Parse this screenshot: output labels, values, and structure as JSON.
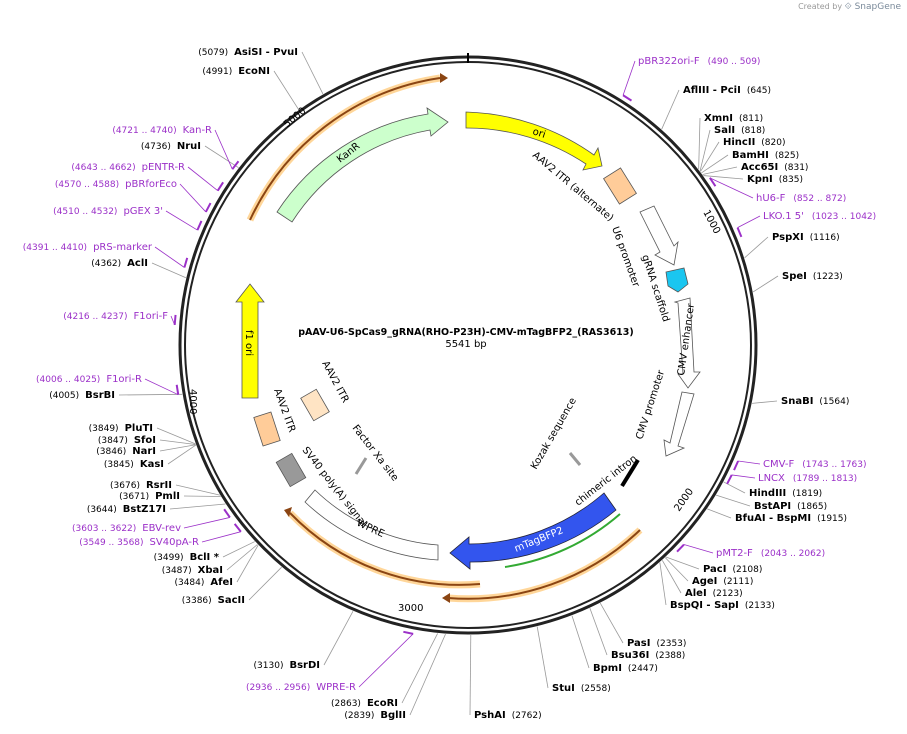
{
  "credit": {
    "prefix": "Created by",
    "brand": "SnapGene"
  },
  "plasmid": {
    "name": "pAAV-U6-SpCas9_gRNA(RHO-P23H)-CMV-mTagBFP2_(RAS3613)",
    "length_label": "5541 bp",
    "length": 5541
  },
  "ticks": [
    "1000",
    "2000",
    "3000",
    "4000",
    "5000"
  ],
  "enzymes": [
    {
      "name": "AsiSI - PvuI",
      "pos": "(5079)",
      "side": "left"
    },
    {
      "name": "EcoNI",
      "pos": "(4991)",
      "side": "left"
    },
    {
      "name": "NruI",
      "pos": "(4736)",
      "side": "left"
    },
    {
      "name": "AclI",
      "pos": "(4362)",
      "side": "left"
    },
    {
      "name": "BsrBI",
      "pos": "(4005)",
      "side": "left"
    },
    {
      "name": "PluTI",
      "pos": "(3849)",
      "side": "left"
    },
    {
      "name": "SfoI",
      "pos": "(3847)",
      "side": "left"
    },
    {
      "name": "NarI",
      "pos": "(3846)",
      "side": "left"
    },
    {
      "name": "KasI",
      "pos": "(3845)",
      "side": "left"
    },
    {
      "name": "RsrII",
      "pos": "(3676)",
      "side": "left"
    },
    {
      "name": "PmlI",
      "pos": "(3671)",
      "side": "left"
    },
    {
      "name": "BstZ17I",
      "pos": "(3644)",
      "side": "left"
    },
    {
      "name": "BclI *",
      "pos": "(3499)",
      "side": "left"
    },
    {
      "name": "XbaI",
      "pos": "(3487)",
      "side": "left"
    },
    {
      "name": "AfeI",
      "pos": "(3484)",
      "side": "left"
    },
    {
      "name": "SacII",
      "pos": "(3386)",
      "side": "left"
    },
    {
      "name": "BsrDI",
      "pos": "(3130)",
      "side": "left"
    },
    {
      "name": "EcoRI",
      "pos": "(2863)",
      "side": "left"
    },
    {
      "name": "BglII",
      "pos": "(2839)",
      "side": "left"
    },
    {
      "name": "PshAI",
      "pos": "(2762)",
      "side": "right"
    },
    {
      "name": "StuI",
      "pos": "(2558)",
      "side": "right"
    },
    {
      "name": "BpmI",
      "pos": "(2447)",
      "side": "right"
    },
    {
      "name": "Bsu36I",
      "pos": "(2388)",
      "side": "right"
    },
    {
      "name": "PasI",
      "pos": "(2353)",
      "side": "right"
    },
    {
      "name": "BspQI - SapI",
      "pos": "(2133)",
      "side": "right"
    },
    {
      "name": "AleI",
      "pos": "(2123)",
      "side": "right"
    },
    {
      "name": "AgeI",
      "pos": "(2111)",
      "side": "right"
    },
    {
      "name": "PacI",
      "pos": "(2108)",
      "side": "right"
    },
    {
      "name": "BfuAI - BspMI",
      "pos": "(1915)",
      "side": "right"
    },
    {
      "name": "BstAPI",
      "pos": "(1865)",
      "side": "right"
    },
    {
      "name": "HindIII",
      "pos": "(1819)",
      "side": "right"
    },
    {
      "name": "SnaBI",
      "pos": "(1564)",
      "side": "right"
    },
    {
      "name": "SpeI",
      "pos": "(1223)",
      "side": "right"
    },
    {
      "name": "PspXI",
      "pos": "(1116)",
      "side": "right"
    },
    {
      "name": "KpnI",
      "pos": "(835)",
      "side": "right"
    },
    {
      "name": "Acc65I",
      "pos": "(831)",
      "side": "right"
    },
    {
      "name": "BamHI",
      "pos": "(825)",
      "side": "right"
    },
    {
      "name": "HincII",
      "pos": "(820)",
      "side": "right"
    },
    {
      "name": "SalI",
      "pos": "(818)",
      "side": "right"
    },
    {
      "name": "XmnI",
      "pos": "(811)",
      "side": "right"
    },
    {
      "name": "AflIII - PciI",
      "pos": "(645)",
      "side": "right"
    }
  ],
  "primers": [
    {
      "name": "pBR322ori-F",
      "range": "(490 .. 509)",
      "side": "right"
    },
    {
      "name": "hU6-F",
      "range": "(852 .. 872)",
      "side": "right"
    },
    {
      "name": "LKO.1 5'",
      "range": "(1023 .. 1042)",
      "side": "right"
    },
    {
      "name": "CMV-F",
      "range": "(1743 .. 1763)",
      "side": "right"
    },
    {
      "name": "LNCX",
      "range": "(1789 .. 1813)",
      "side": "right"
    },
    {
      "name": "pMT2-F",
      "range": "(2043 .. 2062)",
      "side": "right"
    },
    {
      "name": "WPRE-R",
      "range": "(2936 .. 2956)",
      "side": "left"
    },
    {
      "name": "SV40pA-R",
      "range": "(3549 .. 3568)",
      "side": "left"
    },
    {
      "name": "EBV-rev",
      "range": "(3603 .. 3622)",
      "side": "left"
    },
    {
      "name": "F1ori-R",
      "range": "(4006 .. 4025)",
      "side": "left"
    },
    {
      "name": "F1ori-F",
      "range": "(4216 .. 4237)",
      "side": "left"
    },
    {
      "name": "pRS-marker",
      "range": "(4391 .. 4410)",
      "side": "left"
    },
    {
      "name": "pGEX 3'",
      "range": "(4510 .. 4532)",
      "side": "left"
    },
    {
      "name": "pBRforEco",
      "range": "(4570 .. 4588)",
      "side": "left"
    },
    {
      "name": "pENTR-R",
      "range": "(4643 .. 4662)",
      "side": "left"
    },
    {
      "name": "Kan-R",
      "range": "(4721 .. 4740)",
      "side": "left"
    }
  ],
  "features": {
    "ori": "ori",
    "kanr": "KanR",
    "aav2_itr_alt": "AAV2 ITR (alternate)",
    "u6": "U6 promoter",
    "grna": "gRNA scaffold",
    "cmv_enh": "CMV enhancer",
    "cmv_prom": "CMV promoter",
    "chim_intron": "chimeric intron",
    "kozak": "Kozak sequence",
    "mtagbfp2": "mTagBFP2",
    "wpre": "WPRE",
    "sv40": "SV40 poly(A) signal",
    "factor_xa": "Factor Xa site",
    "aav2_itr_1": "AAV2 ITR",
    "aav2_itr_2": "AAV2 ITR",
    "f1ori": "f1 ori"
  },
  "colors": {
    "backbone": "#222222",
    "enzyme_text": "#000000",
    "primer": "#9b30c8",
    "ori": "#ffff00",
    "kanr": "#ccffcc",
    "itr": "#ffcc99",
    "u6": "#ffffff",
    "grna_tip": "#1ac6f0",
    "mtagbfp2": "#3355ee",
    "polyA": "#999999",
    "f1ori": "#ffff00",
    "orf_arc": "#8b4513",
    "orf_glow": "#ffd699",
    "green_arc": "#33aa33"
  }
}
